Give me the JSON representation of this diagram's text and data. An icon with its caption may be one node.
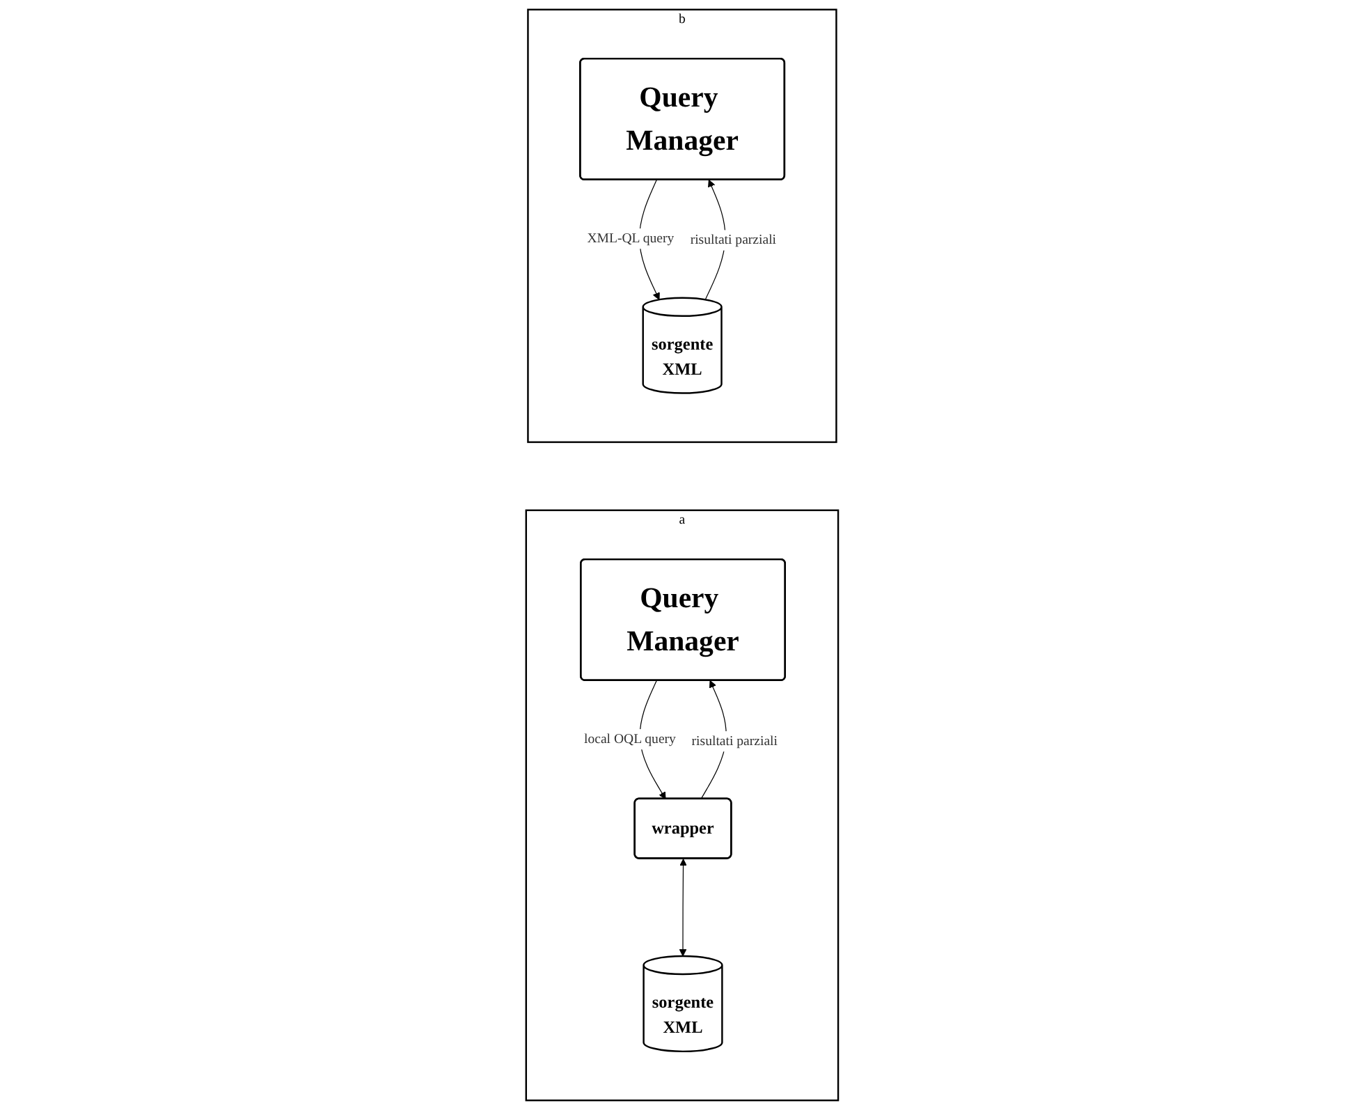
{
  "diagram": {
    "nodes": [
      {
        "text": [
          "a"
        ]
      },
      {
        "text": [
          "Query Manager"
        ],
        "in": 0
      },
      {
        "text": [
          "wrapper"
        ],
        "in": 0
      },
      {
        "text": [
          "sorgente",
          "XML"
        ],
        "in": 0
      },
      {
        "text": [
          "b"
        ]
      },
      {
        "text": [
          "Query Manager"
        ],
        "in": 4
      },
      {
        "text": [
          "sorgente",
          "XML"
        ],
        "in": 4
      }
    ],
    "edges": [
      {
        "from": 1,
        "to": 2,
        "arrow": "to",
        "label": "local OQL query"
      },
      {
        "from": 2,
        "to": 1,
        "arrow": "to",
        "label": "risultati parziali"
      },
      {
        "from": 2,
        "to": 3,
        "arrow": "both"
      },
      {
        "from": 5,
        "to": 6,
        "arrow": "to",
        "label": "XML-QL query"
      },
      {
        "from": 6,
        "to": 5,
        "arrow": "to",
        "label": "risultati parziali"
      }
    ]
  }
}
